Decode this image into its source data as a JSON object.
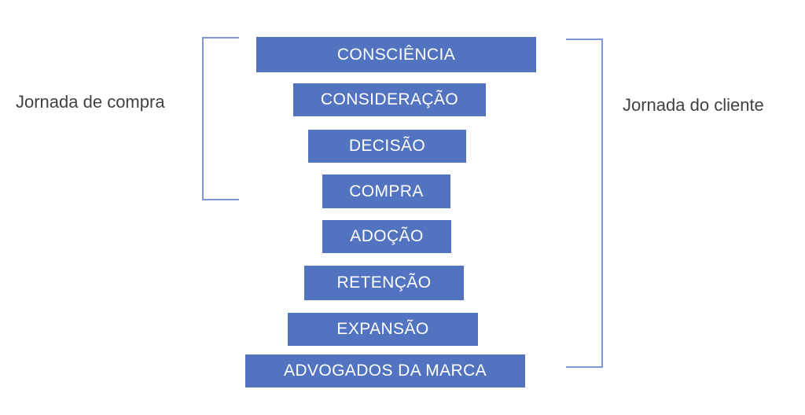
{
  "diagram": {
    "type": "funnel-hourglass",
    "stages": [
      {
        "label": "CONSCIÊNCIA"
      },
      {
        "label": "CONSIDERAÇÃO"
      },
      {
        "label": "DECISÃO"
      },
      {
        "label": "COMPRA"
      },
      {
        "label": "ADOÇÃO"
      },
      {
        "label": "RETENÇÃO"
      },
      {
        "label": "EXPANSÃO"
      },
      {
        "label": "ADVOGADOS DA MARCA"
      }
    ],
    "annotations": {
      "left_bracket_label": "Jornada de compra",
      "right_bracket_label": "Jornada do cliente"
    },
    "colors": {
      "stage_fill": "#5273c0",
      "stage_text": "#ffffff",
      "bracket_line": "#7e97d8",
      "annotation_text": "#3f4245"
    }
  }
}
